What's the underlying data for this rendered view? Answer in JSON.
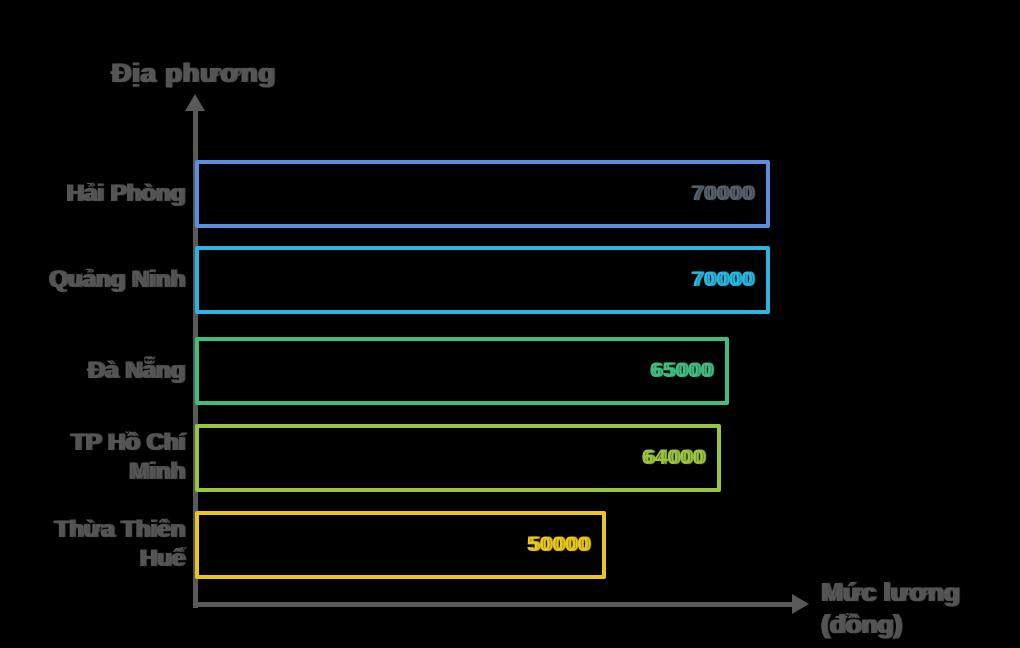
{
  "page": {
    "background": "#000000"
  },
  "chart_data": {
    "type": "bar",
    "orientation": "horizontal",
    "title": "",
    "ylabel": "Địa phương",
    "xlabel_line1": "Mức lương",
    "xlabel_line2": "(đồng)",
    "axis_color": "#595959",
    "text_color": "#555555",
    "grid": false,
    "legend_position": "none",
    "xlim": [
      0,
      73000
    ],
    "categories": [
      "Hải Phòng",
      "Quảng Ninh",
      "Đà Nẵng",
      "TP Hồ Chí Minh",
      "Thừa Thiên Huế"
    ],
    "series": [
      {
        "name": "Mức lương (đồng)",
        "values": [
          70000,
          70000,
          65000,
          64000,
          50000
        ]
      }
    ],
    "bars": [
      {
        "label_lines": [
          "Hải Phòng"
        ],
        "value": 70000,
        "value_text": "70000",
        "color": "#5b8de1",
        "value_color": "#55606b"
      },
      {
        "label_lines": [
          "Quảng Ninh"
        ],
        "value": 70000,
        "value_text": "70000",
        "color": "#2bb5e0",
        "value_color": "#2bb5e0"
      },
      {
        "label_lines": [
          "Đà Nẵng"
        ],
        "value": 65000,
        "value_text": "65000",
        "color": "#41bd80",
        "value_color": "#41bd80"
      },
      {
        "label_lines": [
          "TP Hồ Chí",
          "Minh"
        ],
        "value": 64000,
        "value_text": "64000",
        "color": "#9cc43e",
        "value_color": "#9cc43e"
      },
      {
        "label_lines": [
          "Thừa Thiên",
          "Huế"
        ],
        "value": 50000,
        "value_text": "50000",
        "color": "#e9c81a",
        "value_color": "#e9c81a"
      }
    ]
  }
}
